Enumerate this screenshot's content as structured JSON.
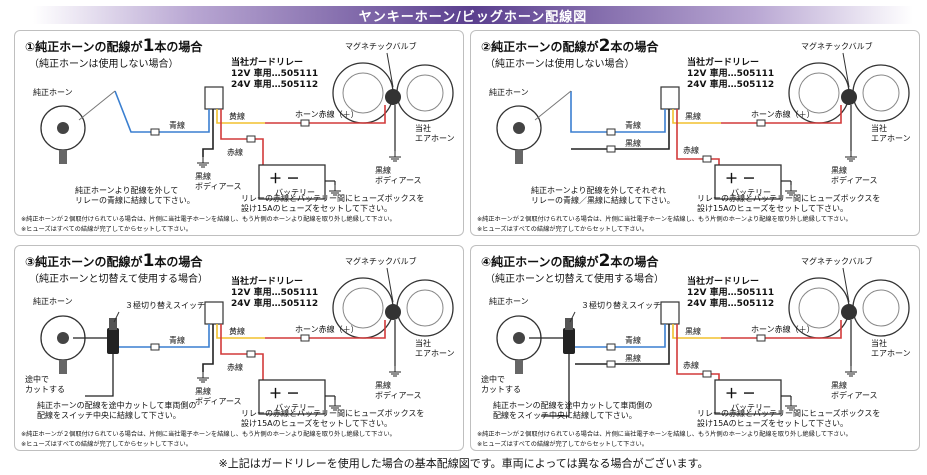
{
  "title": "ヤンキーホーン/ビッグホーン配線図",
  "footer": "※上記はガードリレーを使用した場合の基本配線図です。車両によっては異なる場合がございます。",
  "colors": {
    "banner": "#5a3f8e",
    "blue_wire": "#3a7fd0",
    "yellow_wire": "#f2c12e",
    "red_wire": "#d23a3a",
    "black_wire": "#222222"
  },
  "panels": [
    {
      "head_a": "①純正ホーンの配線が",
      "head_num": "1",
      "head_b": "本の場合",
      "subtitle": "（純正ホーンは使用しない場合）",
      "relay_title": "当社ガードリレー",
      "relay_12v": "12V 車用…505111",
      "relay_24v": "24V 車用…505112",
      "magnetic_valve": "マグネチックバルブ",
      "oem_horn": "純正ホーン",
      "blue_wire": "青線",
      "yellow_wire": "黄線",
      "red_wire": "赤線",
      "black_ground": "黒線\nボディアース",
      "horn_red": "ホーン赤線（＋）",
      "our_airhorn": "当社\nエアホーン",
      "valve_ground": "黒線\nボディアース",
      "battery": "バッテリー",
      "note_left": "純正ホーンより配線を外して\nリレーの青線に結線して下さい。",
      "note_right": "リレーの赤線とバッテリー間にヒューズボックスを\n設け15Aのヒューズをセットして下さい。",
      "fn1": "※純正ホーンが２個取付けられている場合は、片側に当社電子ホーンを結線し、もう片側のホーンより配線を取り外し絶縁して下さい。",
      "fn2": "※ヒューズはすべての結線が完了してからセットして下さい。"
    },
    {
      "head_a": "②純正ホーンの配線が",
      "head_num": "2",
      "head_b": "本の場合",
      "subtitle": "（純正ホーンは使用しない場合）",
      "relay_title": "当社ガードリレー",
      "relay_12v": "12V 車用…505111",
      "relay_24v": "24V 車用…505112",
      "magnetic_valve": "マグネチックバルブ",
      "oem_horn": "純正ホーン",
      "blue_wire": "青線",
      "black_wire": "黒線",
      "red_wire": "赤線",
      "horn_red": "ホーン赤線（＋）",
      "our_airhorn": "当社\nエアホーン",
      "valve_ground": "黒線\nボディアース",
      "battery": "バッテリー",
      "note_left": "純正ホーンより配線を外してそれぞれ\nリレーの青線／黒線に結線して下さい。",
      "note_right": "リレーの赤線とバッテリー間にヒューズボックスを\n設け15Aのヒューズをセットして下さい。",
      "fn1": "※純正ホーンが２個取付けられている場合は、片側に当社電子ホーンを結線し、もう片側のホーンより配線を取り外し絶縁して下さい。",
      "fn2": "※ヒューズはすべての結線が完了してからセットして下さい。"
    },
    {
      "head_a": "③純正ホーンの配線が",
      "head_num": "1",
      "head_b": "本の場合",
      "subtitle": "（純正ホーンと切替えて使用する場合）",
      "relay_title": "当社ガードリレー",
      "relay_12v": "12V 車用…505111",
      "relay_24v": "24V 車用…505112",
      "magnetic_valve": "マグネチックバルブ",
      "oem_horn": "純正ホーン",
      "switch": "３極切り替えスイッチ",
      "cut": "途中で\nカットする",
      "blue_wire": "青線",
      "yellow_wire": "黄線",
      "red_wire": "赤線",
      "black_ground": "黒線\nボディアース",
      "horn_red": "ホーン赤線（＋）",
      "our_airhorn": "当社\nエアホーン",
      "valve_ground": "黒線\nボディアース",
      "battery": "バッテリー",
      "note_left": "純正ホーンの配線を途中カットして車両側の\n配線をスイッチ中央に結線して下さい。",
      "note_right": "リレーの赤線とバッテリー間にヒューズボックスを\n設け15Aのヒューズをセットして下さい。",
      "fn1": "※純正ホーンが２個取付けられている場合は、片側に当社電子ホーンを結線し、もう片側のホーンより配線を取り外し絶縁して下さい。",
      "fn2": "※ヒューズはすべての結線が完了してからセットして下さい。"
    },
    {
      "head_a": "④純正ホーンの配線が",
      "head_num": "2",
      "head_b": "本の場合",
      "subtitle": "（純正ホーンと切替えて使用する場合）",
      "relay_title": "当社ガードリレー",
      "relay_12v": "12V 車用…505111",
      "relay_24v": "24V 車用…505112",
      "magnetic_valve": "マグネチックバルブ",
      "oem_horn": "純正ホーン",
      "switch": "３極切り替えスイッチ",
      "cut": "途中で\nカットする",
      "blue_wire": "青線",
      "black_wire": "黒線",
      "red_wire": "赤線",
      "horn_red": "ホーン赤線（＋）",
      "our_airhorn": "当社\nエアホーン",
      "valve_ground": "黒線\nボディアース",
      "battery": "バッテリー",
      "note_left": "純正ホーンの配線を途中カットして車両側の\n配線をスイッチ中央に結線して下さい。",
      "note_right": "リレーの赤線とバッテリー間にヒューズボックスを\n設け15Aのヒューズをセットして下さい。",
      "fn1": "※純正ホーンが２個取付けられている場合は、片側に当社電子ホーンを結線し、もう片側のホーンより配線を取り外し絶縁して下さい。",
      "fn2": "※ヒューズはすべての結線が完了してからセットして下さい。"
    }
  ]
}
